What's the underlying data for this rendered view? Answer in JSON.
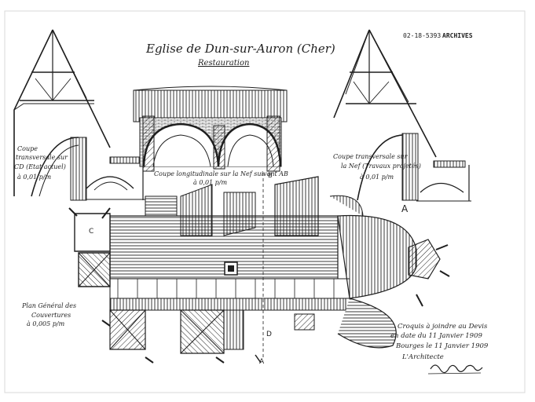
{
  "header": {
    "title": "Eglise de Dun-sur-Auron (Cher)",
    "subtitle": "Restauration",
    "ref_code": "02-18-5393",
    "stamp": "ARCHIVES"
  },
  "captions": {
    "left_section": [
      "Coupe",
      "transversale sur",
      "CD (Etat actuel)",
      "à 0,01 p/m"
    ],
    "middle_section": [
      "Coupe longitudinale sur la Nef suivant AB",
      "à 0,01 p/m"
    ],
    "right_section": [
      "Coupe transversale sur",
      "la Nef (Travaux projetés)",
      "à 0,01 p/m"
    ],
    "plan": [
      "Plan Général des",
      "Couvertures",
      "à 0,005 p/m"
    ],
    "note": [
      "Croquis à joindre au Devis",
      "en date du 11 Janvier 1909",
      "Bourges le 11 Janvier 1909"
    ],
    "signature_role": "L'Architecte"
  },
  "markers": {
    "a_right": "A",
    "a_bottom": "A",
    "b_mark": "B",
    "c_mark": "C",
    "d_mark": "D"
  },
  "colors": {
    "ink": "#1e1e1e",
    "paper": "#ffffff"
  }
}
